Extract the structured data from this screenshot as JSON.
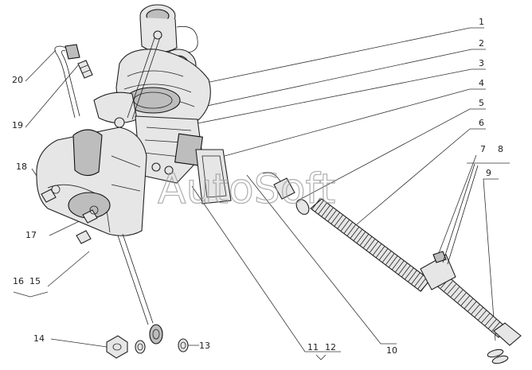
{
  "watermark": "AutoSoft",
  "callouts": {
    "c1": "1",
    "c2": "2",
    "c3": "3",
    "c4": "4",
    "c5": "5",
    "c6": "6",
    "c7": "7",
    "c8": "8",
    "c9": "9",
    "c10": "10",
    "c11": "11",
    "c12": "12",
    "c13": "13",
    "c14": "14",
    "c15": "15",
    "c16": "16",
    "c17": "17",
    "c18": "18",
    "c19": "19",
    "c20": "20"
  }
}
